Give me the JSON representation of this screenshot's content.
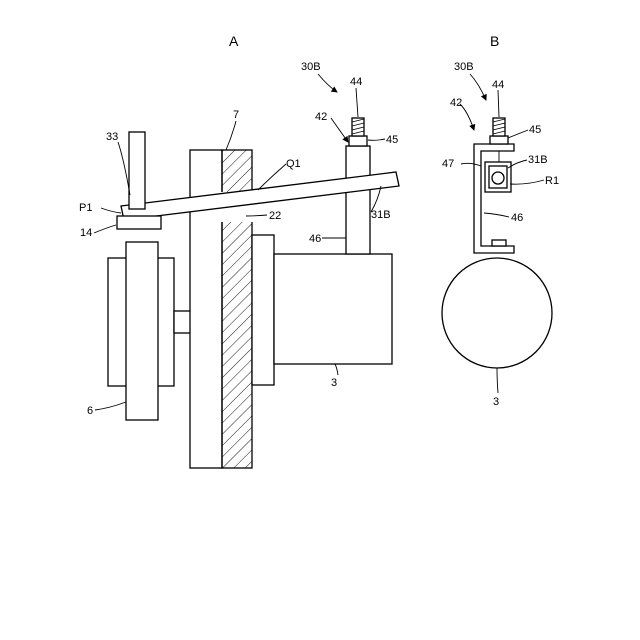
{
  "panels": {
    "a": {
      "title": "A",
      "labels": {
        "l30b": "30B",
        "l44": "44",
        "l42": "42",
        "l45": "45",
        "l7": "7",
        "l33": "33",
        "lq1": "Q1",
        "lp1": "P1",
        "l22": "22",
        "l31b": "31B",
        "l14": "14",
        "l46": "46",
        "l6": "6",
        "l3": "3"
      }
    },
    "b": {
      "title": "B",
      "labels": {
        "l30b": "30B",
        "l44": "44",
        "l42": "42",
        "l45": "45",
        "l47": "47",
        "l31b": "31B",
        "lr1": "R1",
        "l46": "46",
        "l3": "3"
      }
    }
  }
}
